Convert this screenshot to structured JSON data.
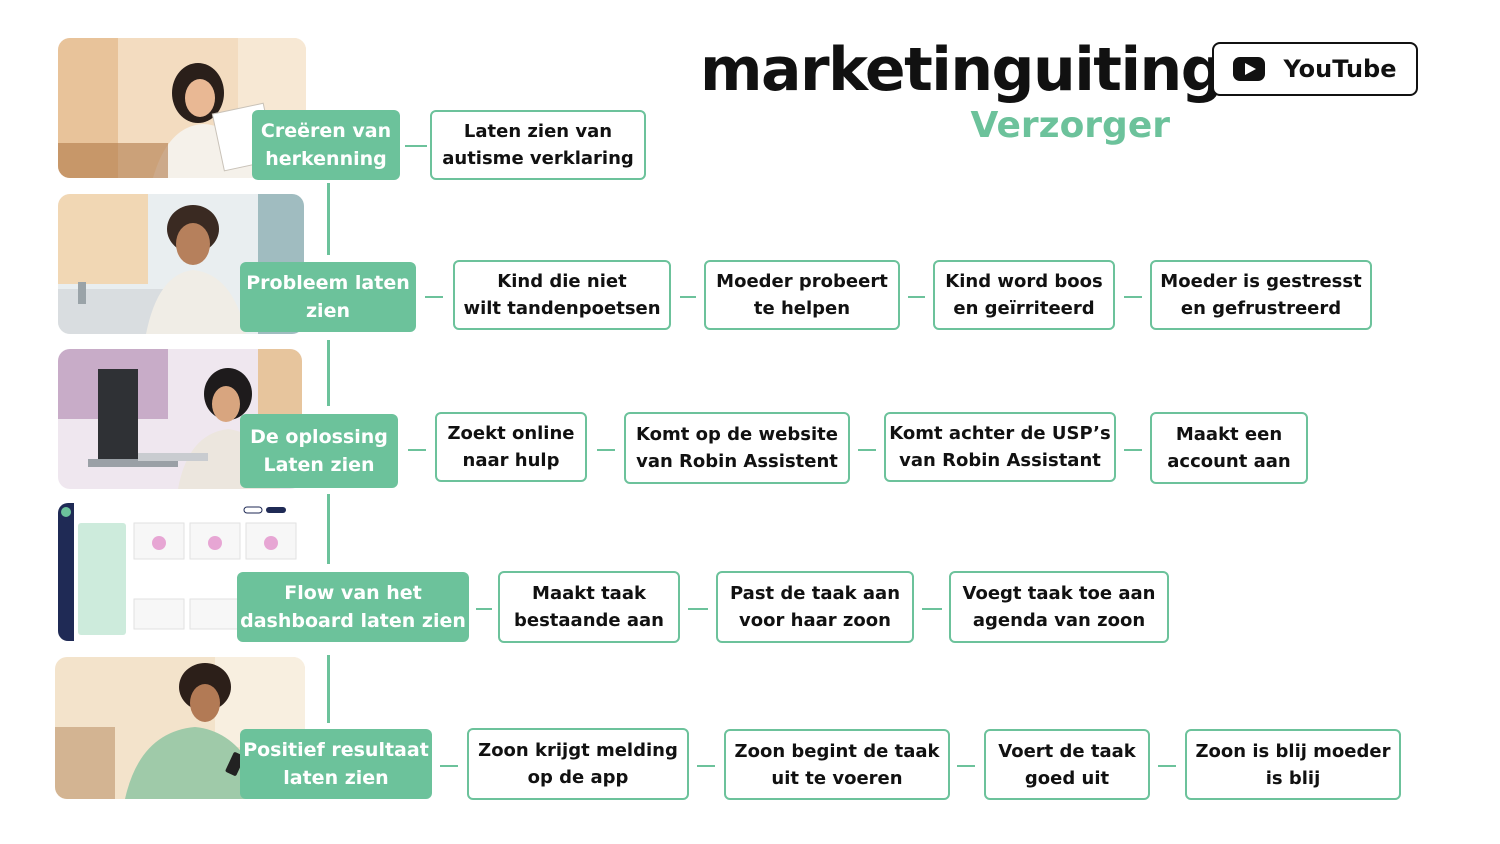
{
  "header": {
    "title": "marketinguiting",
    "subtitle": "Verzorger",
    "badge_label": "YouTube",
    "badge_icon": "youtube-play-icon"
  },
  "colors": {
    "accent": "#6cc29b",
    "text": "#111111",
    "border": "#111111"
  },
  "rows": [
    {
      "stage": "Creëren van\nherkenning",
      "image": "woman-reading-paper",
      "steps": [
        "Laten zien van\nautisme verklaring"
      ]
    },
    {
      "stage": "Probleem laten\nzien",
      "image": "boy-in-bathroom",
      "steps": [
        "Kind die niet\nwilt tandenpoetsen",
        "Moeder probeert\nte helpen",
        "Kind word boos\nen geïrriteerd",
        "Moeder is gestresst\nen gefrustreerd"
      ]
    },
    {
      "stage": "De oplossing\nLaten zien",
      "image": "woman-at-computer",
      "steps": [
        "Zoekt online\nnaar hulp",
        "Komt op de website\nvan Robin Assistent",
        "Komt achter de USP’s\nvan Robin Assistant",
        "Maakt een\naccount aan"
      ]
    },
    {
      "stage": "Flow van het\ndashboard laten zien",
      "image": "dashboard-screenshot",
      "steps": [
        "Maakt taak\nbestaande aan",
        "Past de taak aan\nvoor haar zoon",
        "Voegt taak toe aan\nagenda van zoon"
      ]
    },
    {
      "stage": "Positief resultaat\nlaten zien",
      "image": "boy-with-phone",
      "steps": [
        "Zoon krijgt melding\nop de app",
        "Zoon begint de taak\nuit te voeren",
        "Voert de taak\ngoed uit",
        "Zoon is blij moeder\nis blij"
      ]
    }
  ]
}
